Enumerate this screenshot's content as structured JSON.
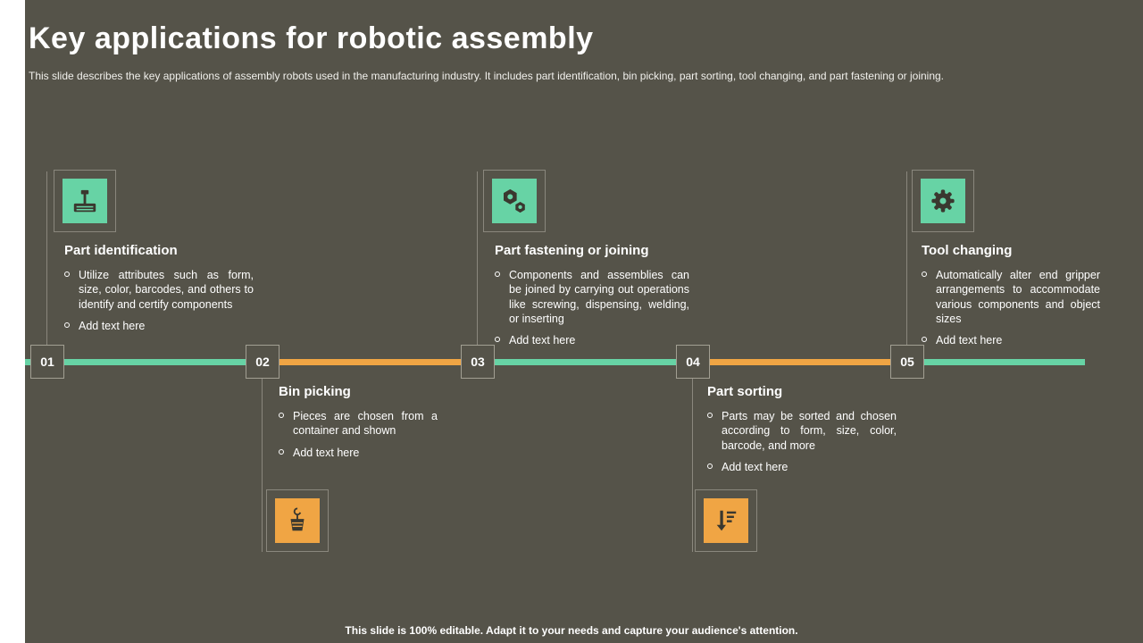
{
  "slide": {
    "title": "Key applications for robotic assembly",
    "subtitle": "This slide describes the key applications of assembly robots used in the manufacturing industry. It includes part identification, bin picking, part sorting, tool changing, and part fastening or joining.",
    "footer": "This slide is 100% editable. Adapt it to your needs and capture your audience's attention."
  },
  "colors": {
    "background": "#555349",
    "accent_green": "#67d3a5",
    "accent_orange": "#f0a544",
    "icon_glyph": "#3a382f",
    "frame_border": "#8a877d",
    "text": "#ffffff"
  },
  "timeline": {
    "items": [
      {
        "number": "01",
        "title": "Part identification",
        "icon": "marking-machine-icon",
        "icon_color": "green",
        "bullets": [
          "Utilize attributes such as form, size, color, barcodes, and others to identify and certify components",
          "Add text here"
        ]
      },
      {
        "number": "02",
        "title": "Bin picking",
        "icon": "bin-hook-icon",
        "icon_color": "orange",
        "bullets": [
          "Pieces are chosen from a container and shown",
          "Add text here"
        ]
      },
      {
        "number": "03",
        "title": "Part fastening or joining",
        "icon": "hex-nuts-icon",
        "icon_color": "green",
        "bullets": [
          "Components and assemblies can be joined by carrying out operations like screwing, dispensing, welding, or inserting",
          "Add text here"
        ]
      },
      {
        "number": "04",
        "title": "Part sorting",
        "icon": "sort-arrows-icon",
        "icon_color": "orange",
        "bullets": [
          "Parts may be sorted and chosen according to form, size, color, barcode, and more",
          "Add text here"
        ]
      },
      {
        "number": "05",
        "title": "Tool changing",
        "icon": "gear-icon",
        "icon_color": "green",
        "bullets": [
          "Automatically alter end gripper arrangements to accommodate various components and object sizes",
          "Add text here"
        ]
      }
    ]
  }
}
